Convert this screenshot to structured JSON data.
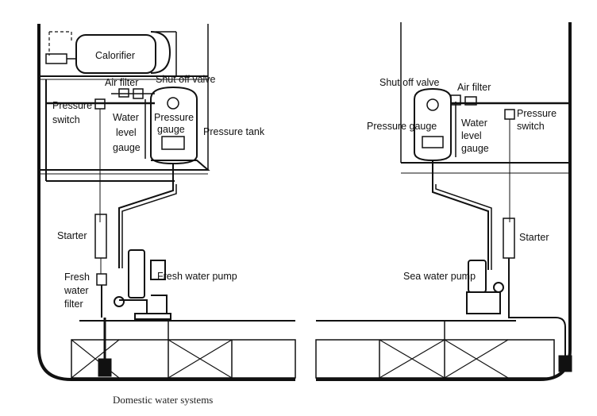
{
  "diagram": {
    "caption": "Domestic water systems",
    "left": {
      "calorifier": "Calorifier",
      "air_filter": "Air filter",
      "shut_off_valve": "Shut off valve",
      "pressure_switch_1": "Pressure",
      "pressure_switch_2": "switch",
      "water_level_1": "Water",
      "water_level_2": "level",
      "water_level_3": "gauge",
      "pressure_gauge_1": "Pressure",
      "pressure_gauge_2": "gauge",
      "pressure_tank": "Pressure tank",
      "starter": "Starter",
      "fresh_water_filter_1": "Fresh",
      "fresh_water_filter_2": "water",
      "fresh_water_filter_3": "filter",
      "fresh_water_pump": "Fresh water pump"
    },
    "right": {
      "shut_off_valve": "Shut off valve",
      "air_filter": "Air filter",
      "pressure_gauge": "Pressure gauge",
      "water_level_1": "Water",
      "water_level_2": "level",
      "water_level_3": "gauge",
      "pressure_switch_1": "Pressure",
      "pressure_switch_2": "switch",
      "starter": "Starter",
      "sea_water_pump": "Sea water pump"
    }
  }
}
